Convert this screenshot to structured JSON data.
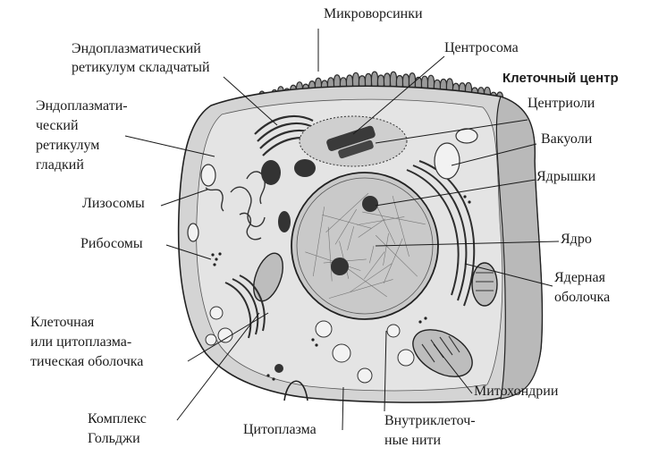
{
  "labels": {
    "microvilli": "Микроворсинки",
    "rough_er": "Эндоплазматический\nретикулум складчатый",
    "centrosome": "Центросома",
    "cell_center": "Клеточный центр",
    "smooth_er": "Эндоплазмати-\nческий\nретикулум\nгладкий",
    "centrioles": "Центриоли",
    "vacuoles": "Вакуоли",
    "lysosomes": "Лизосомы",
    "nucleoli": "Ядрышки",
    "ribosomes": "Рибосомы",
    "nucleus": "Ядро",
    "nuclear_envelope": "Ядерная\nоболочка",
    "cell_membrane": "Клеточная\nили цитоплазма-\nтическая оболочка",
    "mitochondria": "Митохондрии",
    "golgi": "Комплекс\nГольджи",
    "cytoplasm": "Цитоплазма",
    "filaments": "Внутриклеточ-\nные нити"
  },
  "colors": {
    "ink": "#1a1a1a",
    "cell_fill": "#d2d2d2",
    "cytoplasm_fill": "#e4e4e4",
    "nucleus_fill": "#c9c9c9",
    "organelle_dark": "#3a3a3a"
  }
}
